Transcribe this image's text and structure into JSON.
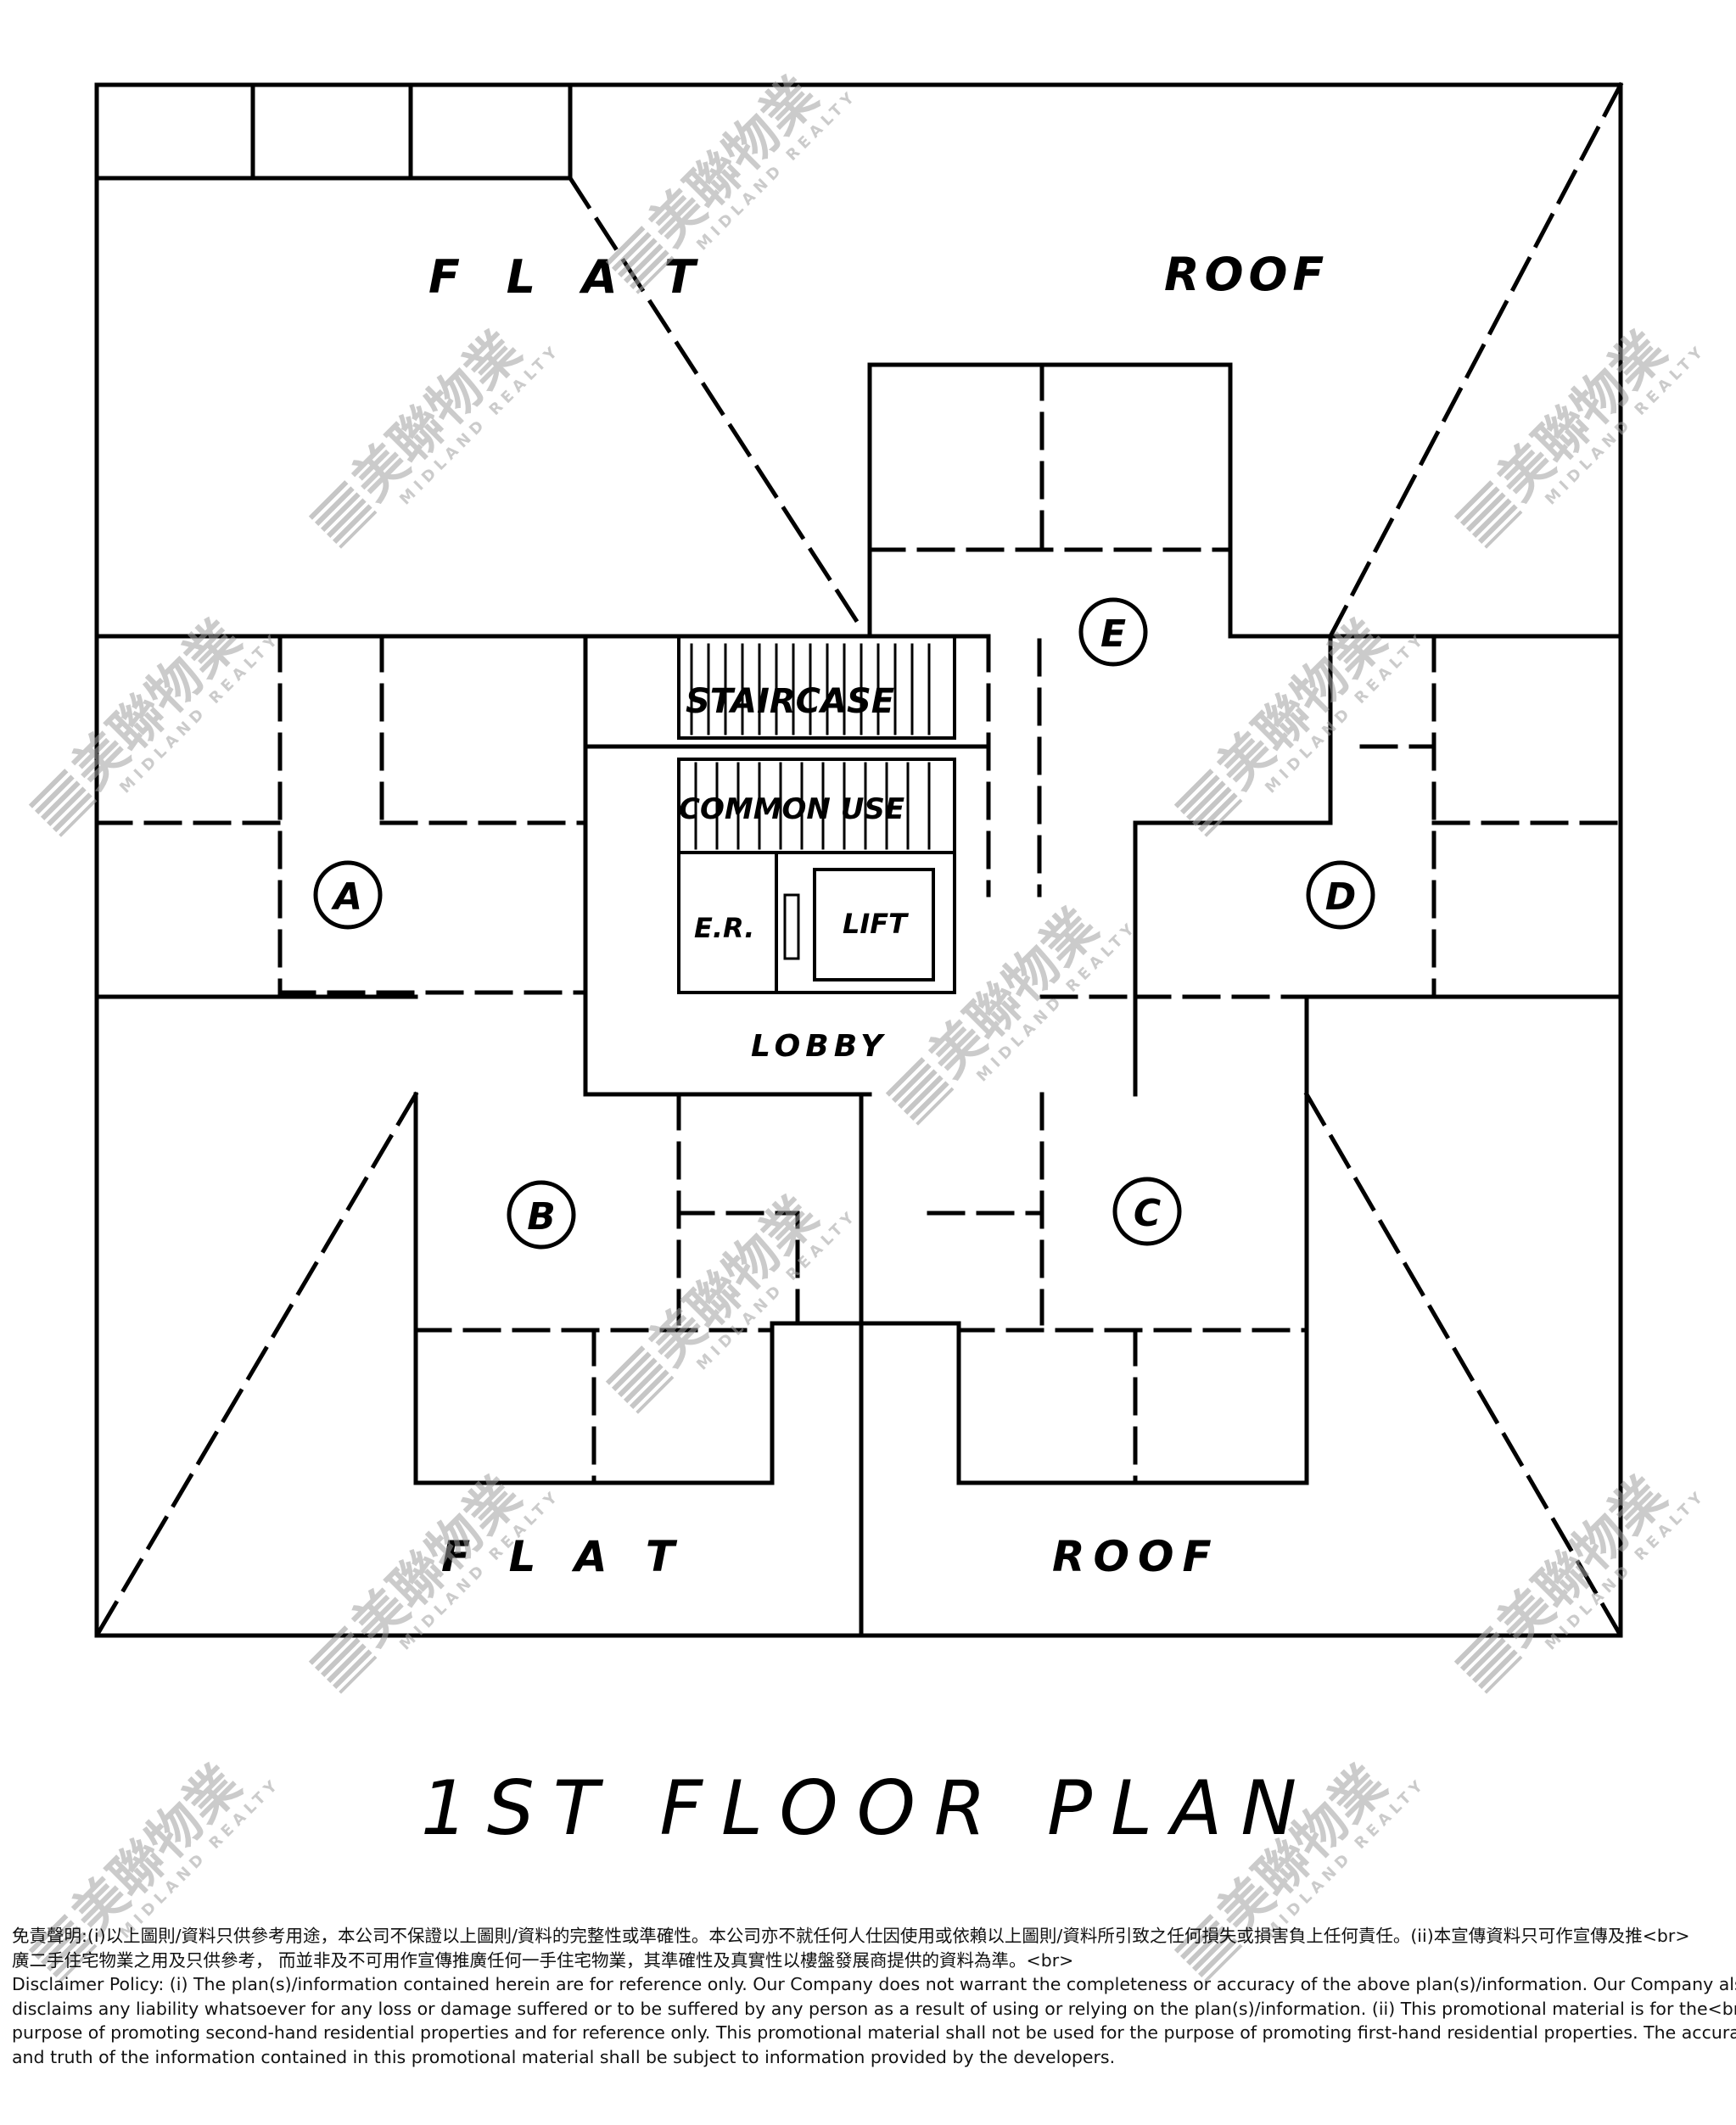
{
  "plan": {
    "title": "1ST FLOOR PLAN",
    "labels": {
      "flat_top": "F L A T",
      "roof_top": "ROOF",
      "flat_bottom": "F L A T",
      "roof_bottom": "ROOF",
      "staircase": "STAIRCASE",
      "common_use": "COMMON USE",
      "er": "E.R.",
      "lift": "LIFT",
      "lobby": "LOBBY"
    },
    "units": [
      "A",
      "B",
      "C",
      "D",
      "E"
    ]
  },
  "watermark": {
    "brand": "美聯物業",
    "sub": "MIDLAND REALTY"
  },
  "disclaimer": {
    "zh_line1": "免責聲明:(i)以上圖則/資料只供參考用途，本公司不保證以上圖則/資料的完整性或準確性。本公司亦不就任何人仕因使用或依賴以上圖則/資料所引致之任何損失或損害負上任何責任。(ii)本宣傳資料只可作宣傳及推<br>",
    "zh_line2": "廣二手住宅物業之用及只供參考， 而並非及不可用作宣傳推廣任何一手住宅物業，其準確性及真實性以樓盤發展商提供的資料為準。<br>",
    "en_line1": "Disclaimer Policy: (i) The plan(s)/information contained herein are for reference only. Our Company does not warrant the completeness or accuracy of the above plan(s)/information. Our Company also<br>",
    "en_line2": "disclaims any liability whatsoever for any loss or damage suffered or to be suffered by any person as a result of using or relying on the plan(s)/information. (ii) This promotional material is for the<br>",
    "en_line3": "purpose of promoting second-hand residential properties and for reference only. This promotional material shall not be used for the purpose of promoting first-hand residential properties. The accuracy<br>",
    "en_line4": "and truth of the information contained in this promotional material shall be subject to information provided by the developers."
  }
}
